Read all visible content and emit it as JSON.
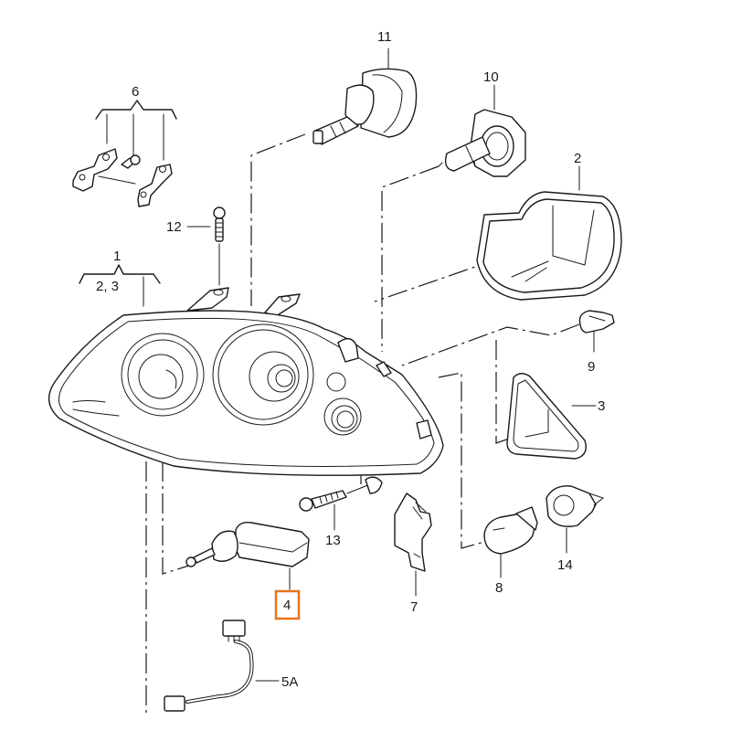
{
  "diagram": {
    "highlight_color": "#e8731e",
    "line_color": "#1a1a1a",
    "callouts": [
      {
        "id": "1",
        "label": "1",
        "sub": "2, 3",
        "part": "headlight-housing"
      },
      {
        "id": "2",
        "label": "2",
        "part": "large-gasket-cover"
      },
      {
        "id": "3",
        "label": "3",
        "part": "small-triangular-gasket"
      },
      {
        "id": "4",
        "label": "4",
        "part": "adjuster-motor",
        "highlighted": true
      },
      {
        "id": "5A",
        "label": "5A",
        "part": "wiring-harness"
      },
      {
        "id": "6",
        "label": "6",
        "part": "mounting-brackets-kit"
      },
      {
        "id": "7",
        "label": "7",
        "part": "retaining-clip"
      },
      {
        "id": "8",
        "label": "8",
        "part": "indicator-bulb"
      },
      {
        "id": "9",
        "label": "9",
        "part": "wedge-bulb"
      },
      {
        "id": "10",
        "label": "10",
        "part": "h4-bulb"
      },
      {
        "id": "11",
        "label": "11",
        "part": "high-beam-bulb"
      },
      {
        "id": "12",
        "label": "12",
        "part": "screw-top"
      },
      {
        "id": "13",
        "label": "13",
        "part": "screw-lower"
      },
      {
        "id": "14",
        "label": "14",
        "part": "bulb-socket"
      }
    ]
  }
}
